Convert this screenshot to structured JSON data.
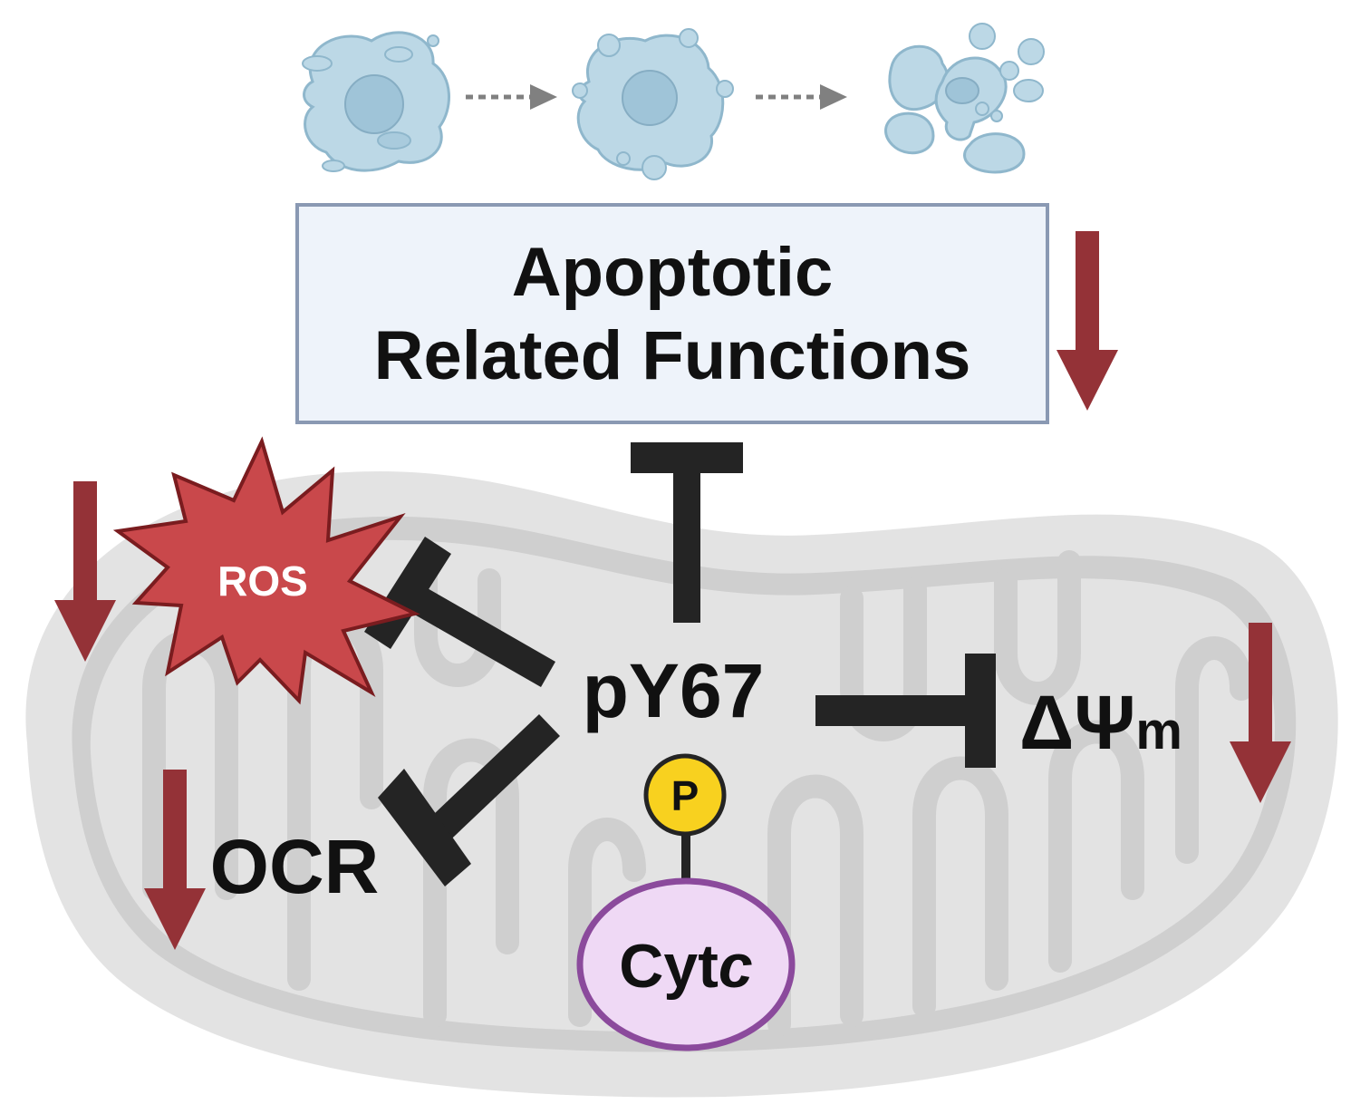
{
  "box": {
    "line1": "Apoptotic",
    "line2": "Related Functions"
  },
  "nodes": {
    "ros": "ROS",
    "ocr": "OCR",
    "center": "pY67",
    "phospho": "P",
    "membrane_delta": "ΔΨ",
    "membrane_sub": "m",
    "cytc_main": "Cyt",
    "cytc_italic": "c"
  },
  "colors": {
    "down_arrow": "#943237",
    "inhibitor": "#242424",
    "ros_fill": "#c9484b",
    "ros_stroke": "#7a1c1f",
    "phospho_fill": "#f8d11f",
    "cytc_fill": "#efd9f5",
    "cytc_stroke": "#8b4a9c",
    "box_fill": "#eef3fa",
    "box_stroke": "#8a99b3",
    "mito_fill": "#e3e3e3",
    "cell_fill": "#bcd8e6"
  },
  "icons": [
    "apoptosis-cell-stage-1-icon",
    "apoptosis-cell-stage-2-icon",
    "apoptosis-cell-stage-3-icon"
  ]
}
